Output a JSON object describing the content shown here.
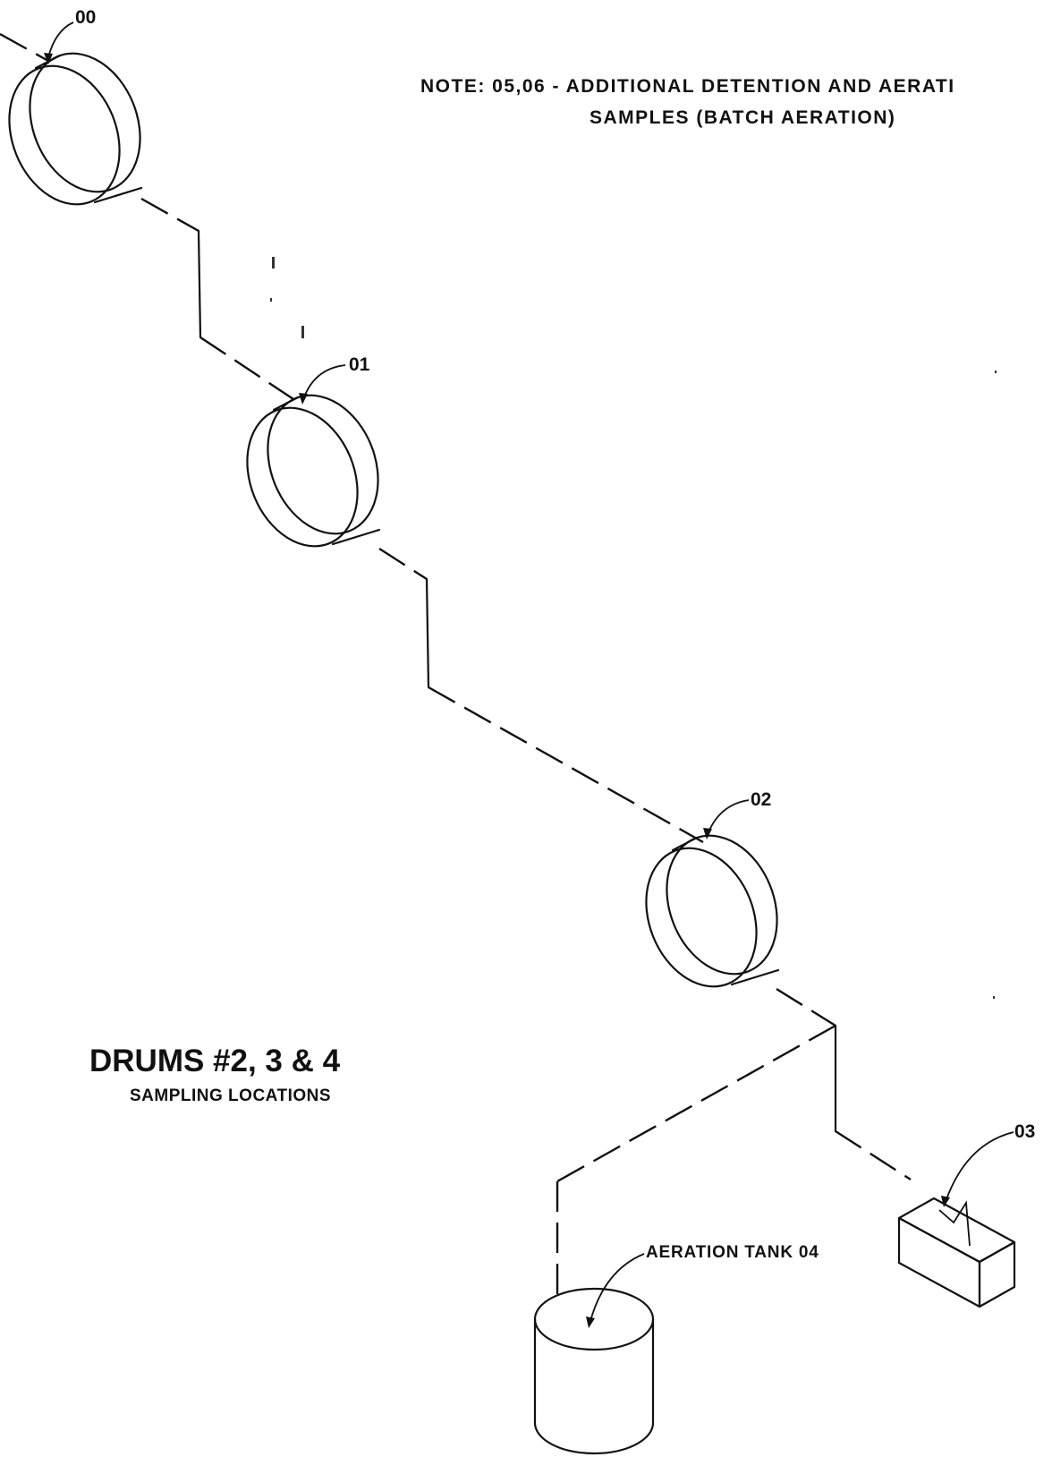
{
  "note": {
    "line1": "NOTE:  05,06 - ADDITIONAL DETENTION AND AERATI",
    "line2": "SAMPLES (BATCH AERATION)"
  },
  "title": {
    "main": "DRUMS #2, 3 & 4",
    "sub": "SAMPLING LOCATIONS"
  },
  "labels": {
    "point_00": "00",
    "point_01": "01",
    "point_02": "02",
    "point_03": "03",
    "aeration_tank": "AERATION TANK 04"
  }
}
